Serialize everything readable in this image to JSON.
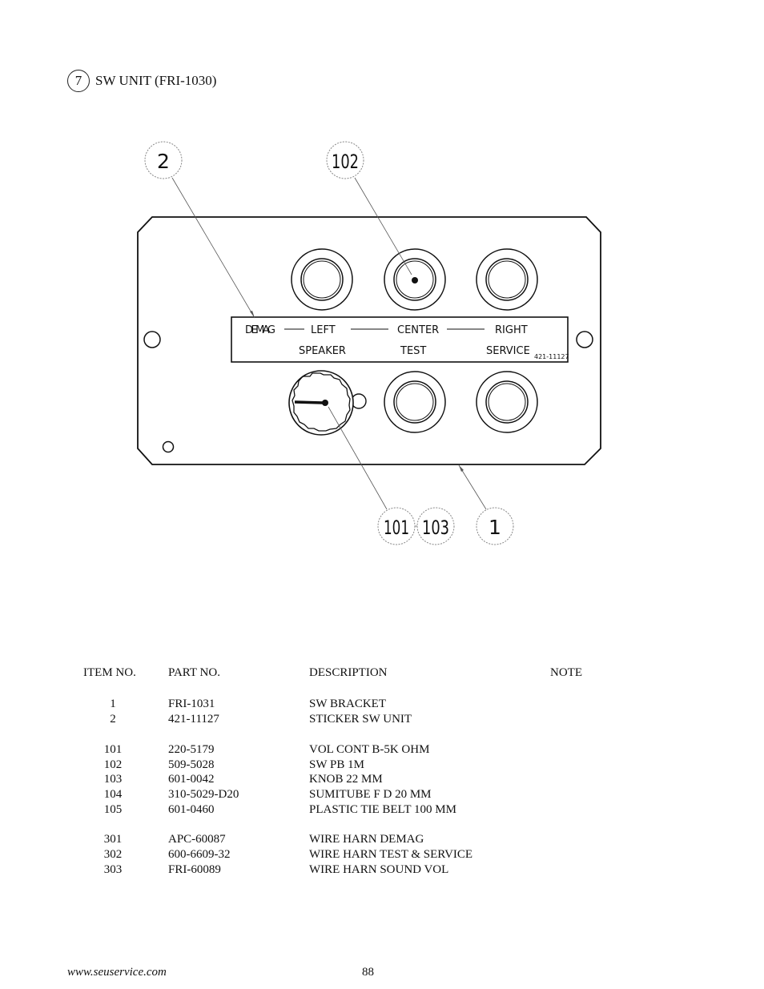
{
  "section": {
    "number": "7",
    "title": "SW UNIT (FRI-1030)"
  },
  "diagram": {
    "callouts": [
      "2",
      "102",
      "101",
      "103",
      "1"
    ],
    "panel_labels": {
      "top_row": [
        "DEMAG",
        "LEFT",
        "CENTER",
        "RIGHT"
      ],
      "bottom_row": [
        "SPEAKER",
        "TEST",
        "SERVICE"
      ],
      "sticker_code": "421-11127"
    }
  },
  "table": {
    "headers": {
      "item": "ITEM NO.",
      "part": "PART NO.",
      "description": "DESCRIPTION",
      "note": "NOTE"
    },
    "rows": [
      {
        "item": "1",
        "part": "FRI-1031",
        "description": "SW BRACKET"
      },
      {
        "item": "2",
        "part": "421-11127",
        "description": "STICKER SW UNIT"
      },
      {
        "item": "101",
        "part": "220-5179",
        "description": "VOL CONT B-5K OHM"
      },
      {
        "item": "102",
        "part": "509-5028",
        "description": "SW PB 1M"
      },
      {
        "item": "103",
        "part": "601-0042",
        "description": "KNOB 22 MM"
      },
      {
        "item": "104",
        "part": "310-5029-D20",
        "description": "SUMITUBE F D 20 MM"
      },
      {
        "item": "105",
        "part": "601-0460",
        "description": "PLASTIC TIE BELT 100 MM"
      },
      {
        "item": "301",
        "part": "APC-60087",
        "description": "WIRE HARN DEMAG"
      },
      {
        "item": "302",
        "part": "600-6609-32",
        "description": "WIRE HARN TEST & SERVICE"
      },
      {
        "item": "303",
        "part": "FRI-60089",
        "description": "WIRE HARN SOUND VOL"
      }
    ]
  },
  "footer": {
    "url": "www.seuservice.com",
    "page": "88"
  }
}
